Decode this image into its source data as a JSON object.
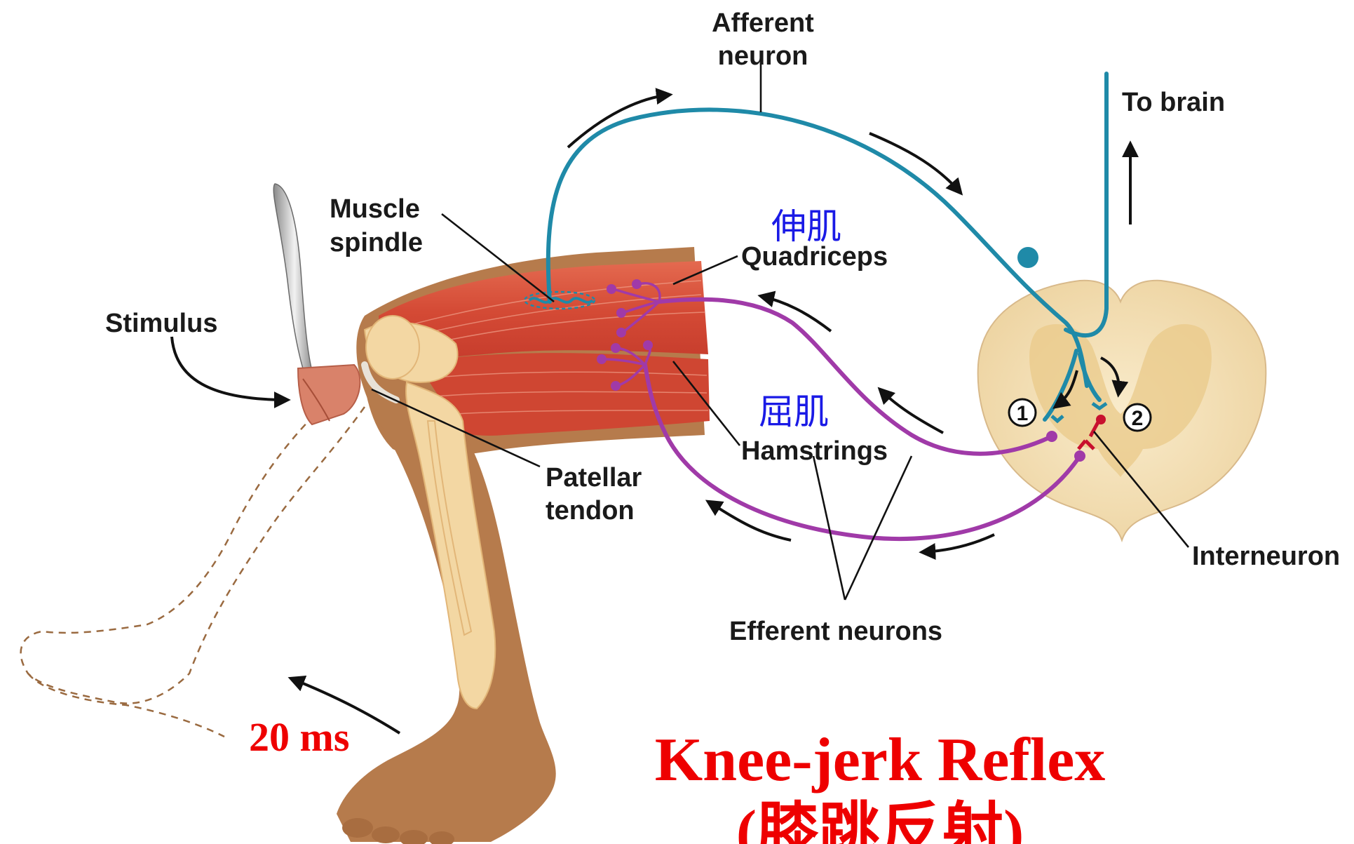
{
  "labels": {
    "afferent": [
      "Afferent",
      "neuron"
    ],
    "to_brain": "To brain",
    "muscle_spindle": [
      "Muscle",
      "spindle"
    ],
    "extensor_cn": "伸肌",
    "quadriceps": "Quadriceps",
    "stimulus": "Stimulus",
    "flexor_cn": "屈肌",
    "hamstrings": "Hamstrings",
    "patellar": [
      "Patellar",
      "tendon"
    ],
    "interneuron": "Interneuron",
    "efferent": "Efferent neurons",
    "marker_1": "1",
    "marker_2": "2"
  },
  "timing": "20 ms",
  "title": {
    "main": "Knee-jerk Reflex",
    "sub": "(膝跳反射)"
  },
  "colors": {
    "afferent_neuron": "#1f8aa8",
    "efferent_neuron": "#a03aa8",
    "interneuron": "#c8102e",
    "muscle": "#d9553e",
    "skin": "#b5794a",
    "bone": "#f3d7a3",
    "spinal_cord": "#f6e3bd",
    "chinese_labels": "#1a1ae6",
    "title": "#ee0000"
  }
}
